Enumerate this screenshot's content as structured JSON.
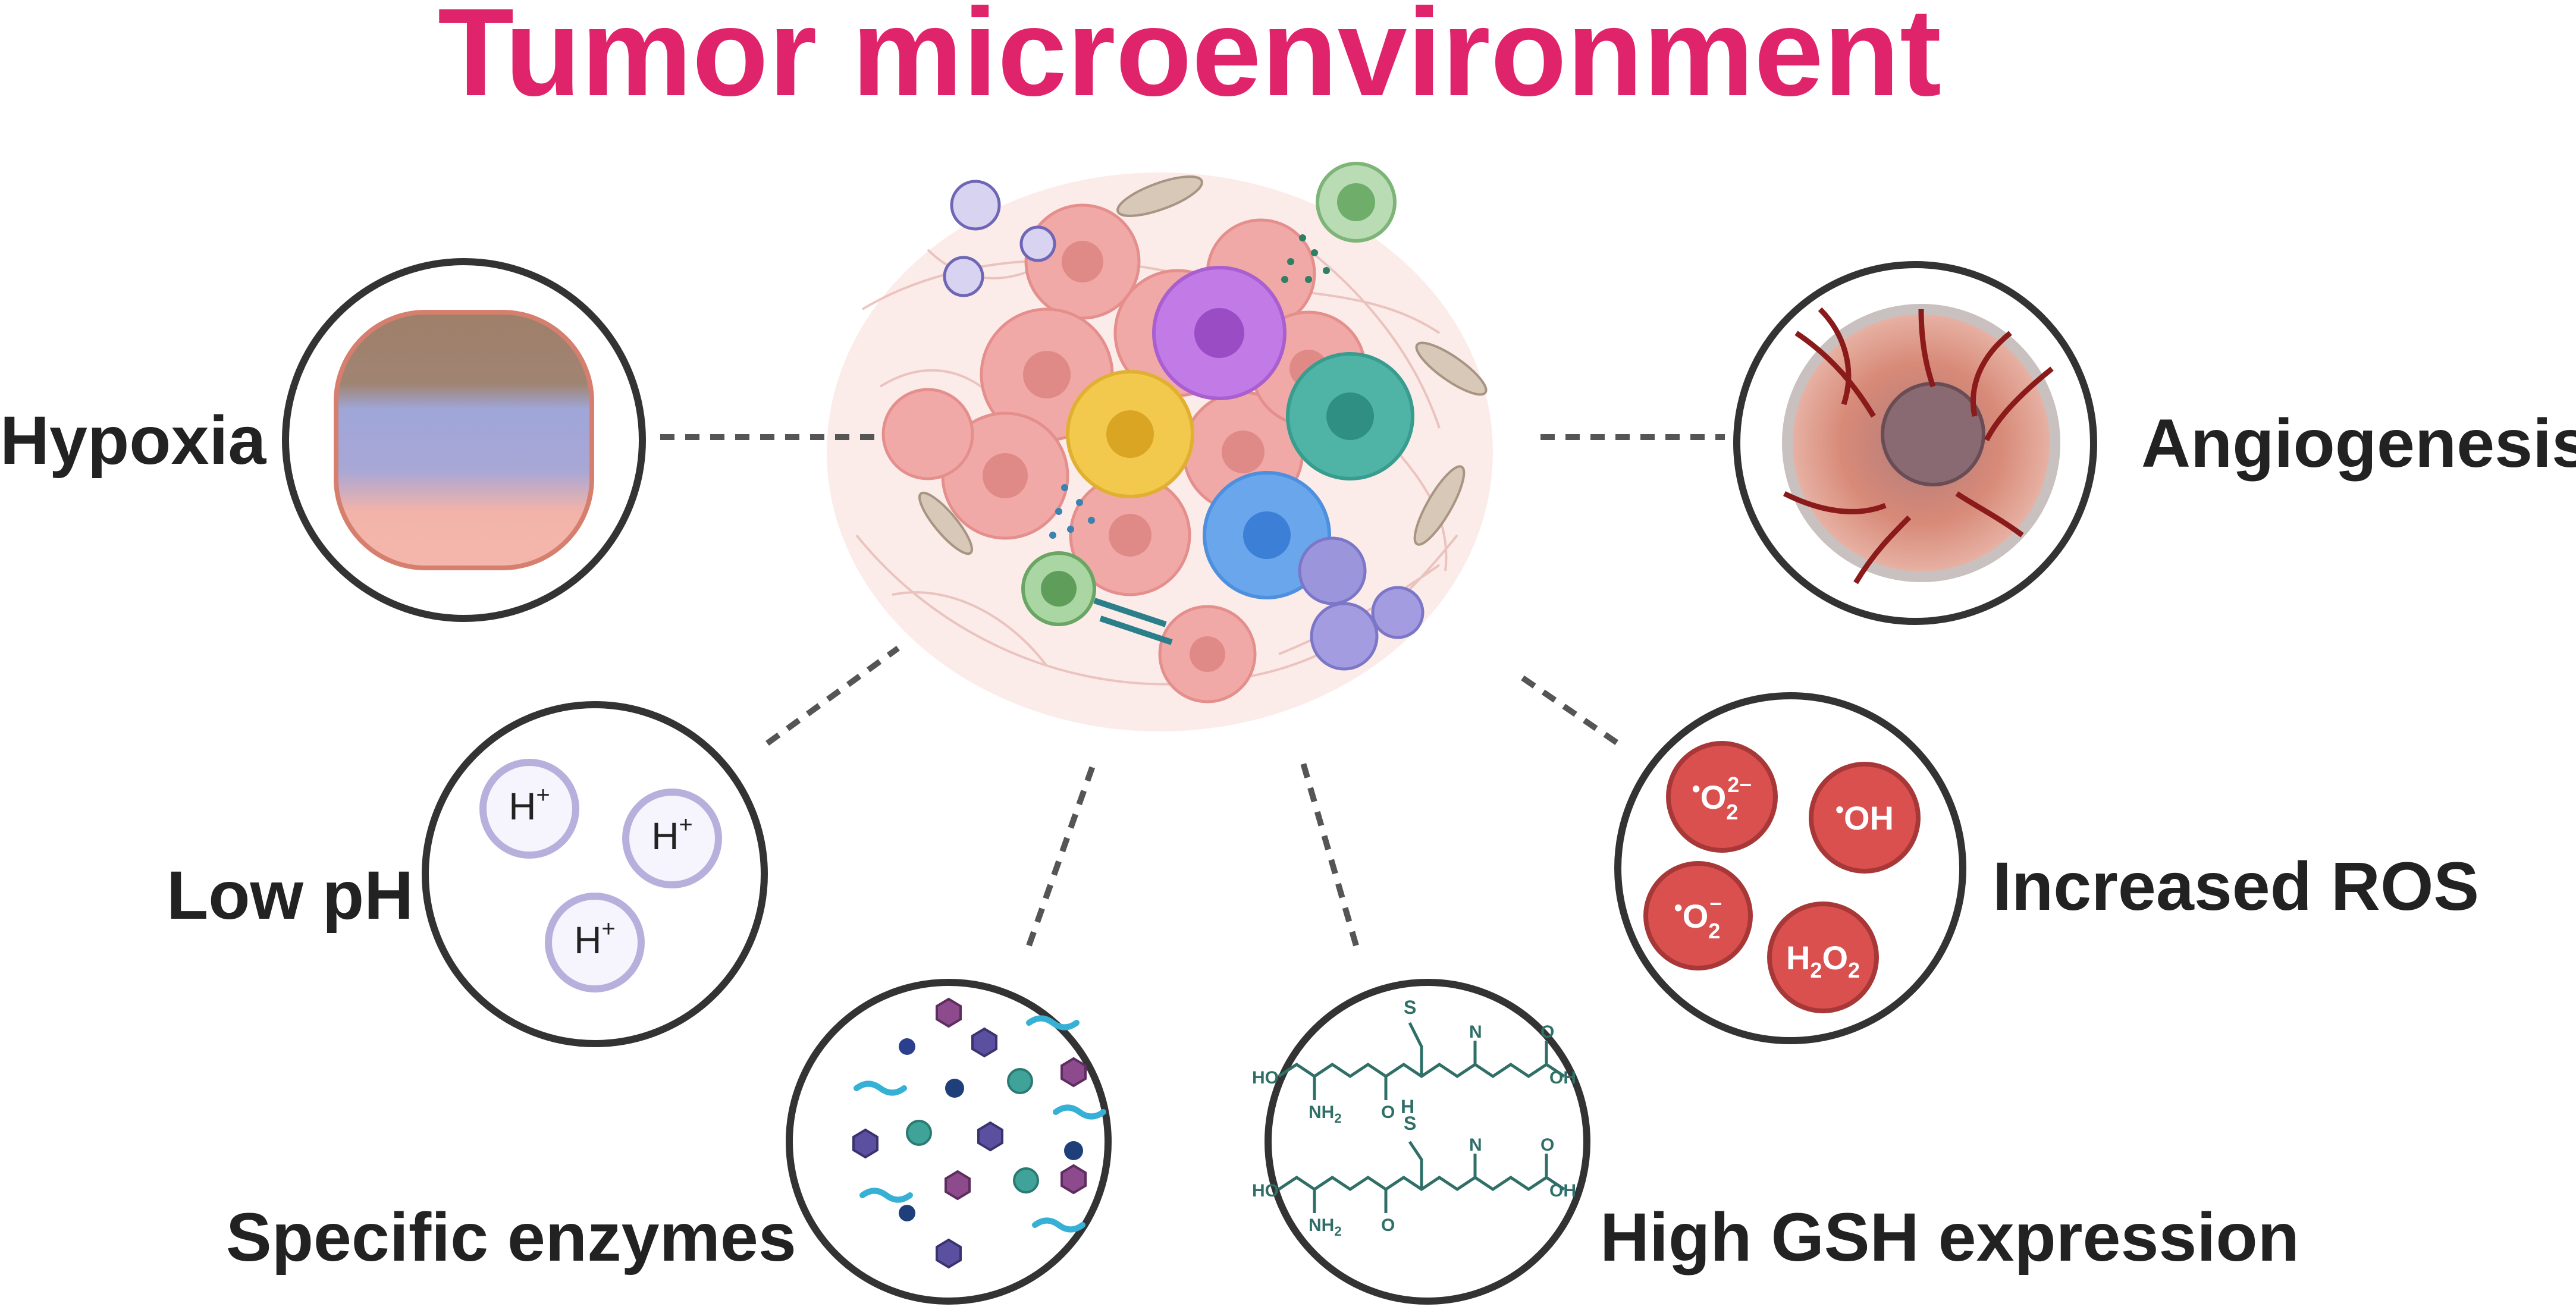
{
  "title": "Tumor microenvironment",
  "colors": {
    "title": "#e0246b",
    "text": "#222222",
    "circle_stroke": "#333333",
    "hypoxia_top": "#9e7f6a",
    "hypoxia_mid": "#9fa6d8",
    "hypoxia_bottom": "#f3b3a8",
    "proton": "#b8b0dc",
    "ros": "#d9504f",
    "vessel": "#8b1a1a",
    "chem": "#2f6f68"
  },
  "features": {
    "hypoxia": {
      "label": "Hypoxia"
    },
    "angiogenesis": {
      "label": "Angiogenesis"
    },
    "low_ph": {
      "label": "Low pH",
      "ion": "H",
      "ion_sup": "+"
    },
    "increased_ros": {
      "label": "Increased ROS",
      "species": [
        {
          "dot": "•",
          "base": "O",
          "sub": "2",
          "sup": "2−"
        },
        {
          "dot": "•",
          "base": "OH",
          "sub": "",
          "sup": ""
        },
        {
          "dot": "•",
          "base": "O",
          "sub": "2",
          "sup": "−"
        },
        {
          "dot": "",
          "base": "H",
          "sub": "2",
          "base2": "O",
          "sub2": "2"
        }
      ]
    },
    "specific_enzymes": {
      "label": "Specific enzymes"
    },
    "high_gsh": {
      "label": "High GSH expression",
      "atoms": {
        "S": "S",
        "H": "H",
        "N": "N",
        "O": "O",
        "HO": "HO",
        "OH": "OH",
        "NH": "NH",
        "NH_sub": "2"
      }
    }
  }
}
